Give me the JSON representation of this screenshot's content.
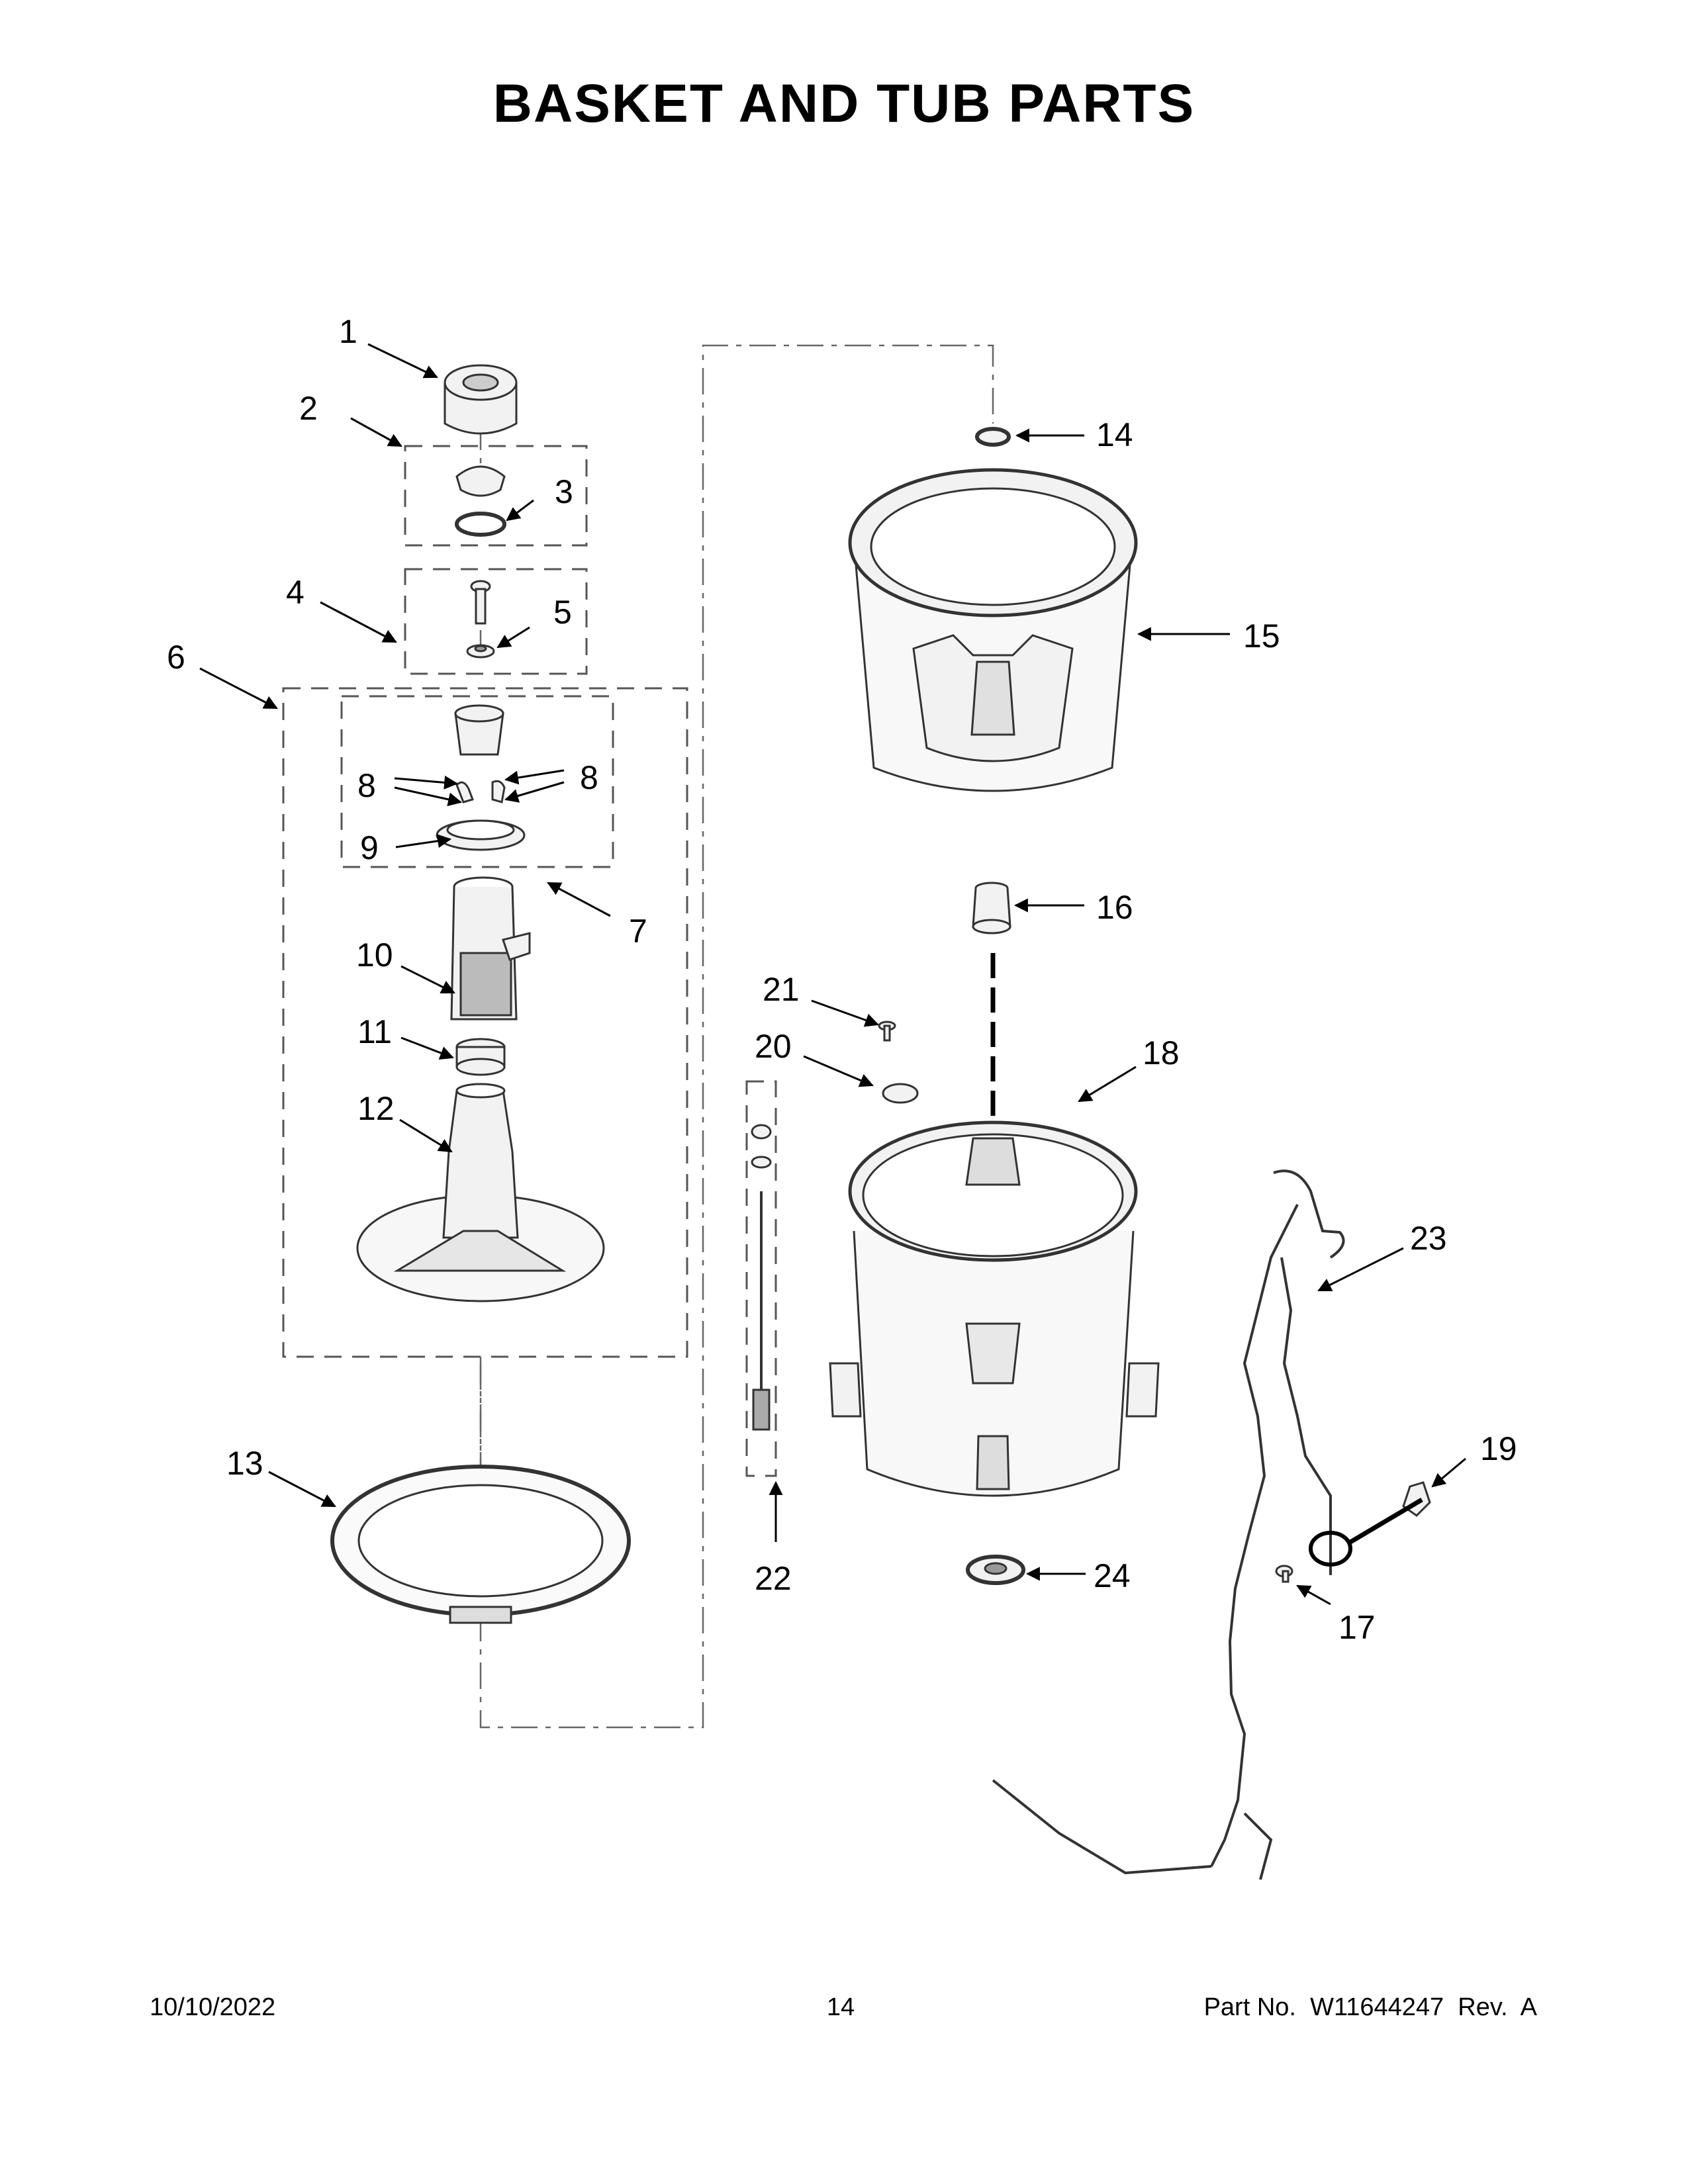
{
  "title": "BASKET AND TUB PARTS",
  "callouts": {
    "c1": "1",
    "c2": "2",
    "c3": "3",
    "c4": "4",
    "c5": "5",
    "c6": "6",
    "c7": "7",
    "c8a": "8",
    "c8b": "8",
    "c9": "9",
    "c10": "10",
    "c11": "11",
    "c12": "12",
    "c13": "13",
    "c14": "14",
    "c15": "15",
    "c16": "16",
    "c17": "17",
    "c18": "18",
    "c19": "19",
    "c20": "20",
    "c21": "21",
    "c22": "22",
    "c23": "23",
    "c24": "24"
  },
  "footer": {
    "date": "10/10/2022",
    "page": "14",
    "part": "Part No.  W11644247  Rev.  A"
  }
}
